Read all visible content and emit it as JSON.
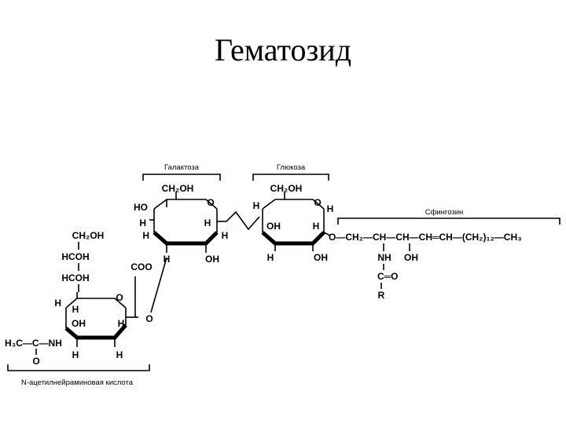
{
  "title": "Гематозид",
  "captions": {
    "galactose": "Галактоза",
    "glucose": "Глюкоза",
    "sphingosine": "Сфингозин",
    "nana": "N-ацетилнейраминовая кислота"
  },
  "atoms": {
    "gal_ch2oh": "CH₂OH",
    "gal_ho": "HO",
    "gal_o": "O",
    "gal_h_left": "H",
    "gal_h_mid": "H",
    "gal_h_right": "H",
    "gal_h_low": "H",
    "gal_h_bottom": "H",
    "gal_oh": "OH",
    "glc_ch2oh": "CH₂OH",
    "glc_h_left": "H",
    "glc_o": "O",
    "glc_h_right": "H",
    "glc_oh": "OH",
    "glc_h_mid": "H",
    "glc_h_bottom": "H",
    "glc_oh_bottom": "OH",
    "sph_chain": "O—CH₂—CH—CH—CH═CH—(CH₂)₁₂—CH₃",
    "sph_nh": "NH",
    "sph_oh": "OH",
    "sph_co": "C═O",
    "sph_r": "R",
    "nana_ch2oh": "CH₂OH",
    "nana_hcoh1": "HCOH",
    "nana_hcoh2": "HCOH",
    "nana_h_top": "H",
    "nana_h2": "H",
    "nana_o": "O",
    "nana_oh": "OH",
    "nana_h_right": "H",
    "nana_o_link": "O",
    "nana_coo": "COO",
    "nana_acetyl": "H₃C—C—NH",
    "nana_acetyl_o": "O",
    "nana_h_bottom": "H",
    "nana_h_bottom2": "H"
  }
}
